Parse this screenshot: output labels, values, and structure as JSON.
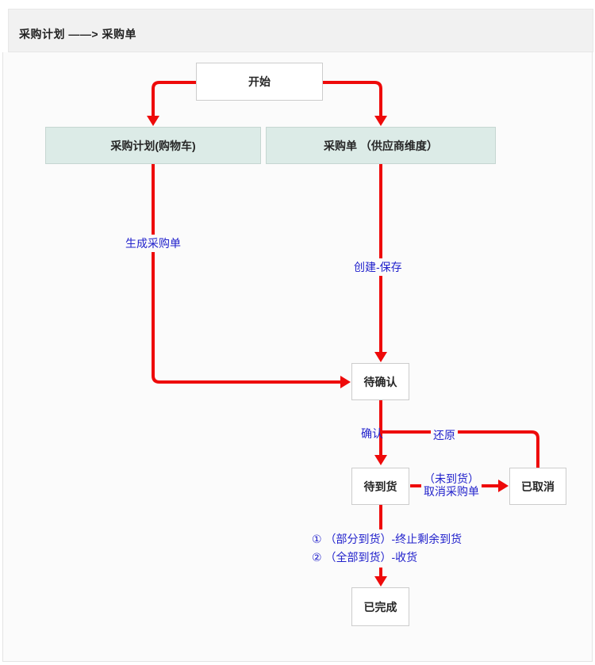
{
  "header": {
    "title": "采购计划 ——> 采购单"
  },
  "flowchart": {
    "nodes": {
      "start": "开始",
      "purchase_plan": "采购计划(购物车)",
      "purchase_order": "采购单 （供应商维度）",
      "pending_confirm": "待确认",
      "pending_arrival": "待到货",
      "cancelled": "已取消",
      "completed": "已完成"
    },
    "edge_labels": {
      "generate_order": "生成采购单",
      "create_save": "创建-保存",
      "confirm": "确认",
      "restore": "还原",
      "cancel_line1": "（未到货）",
      "cancel_line2": "取消采购单",
      "arrival_option1": "① （部分到货）-终止剩余到货",
      "arrival_option2": "② （全部到货）-收货"
    },
    "colors": {
      "arrow": "#ee0a0a",
      "edge_label_text": "#2222cc",
      "teal_node_bg": "#dcebe7",
      "teal_node_border": "#c5d6d1",
      "white_node_border": "#cccccc",
      "header_bg": "#f1f1f1"
    }
  }
}
